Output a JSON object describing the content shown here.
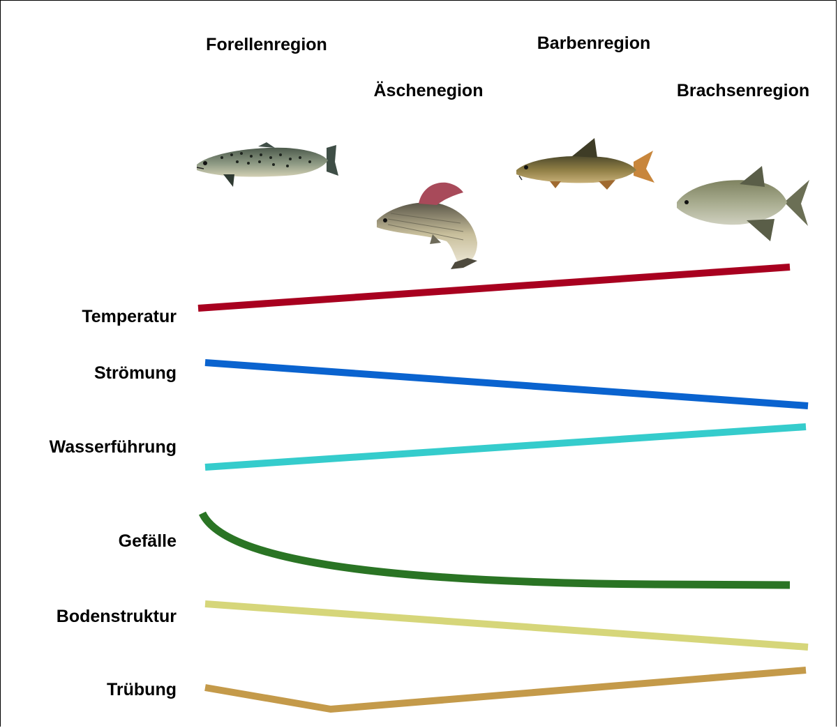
{
  "regions": {
    "forelle": "Forellenregion",
    "aesche": "Äschenegion",
    "barbe": "Barbenregion",
    "brachse": "Brachsenregion"
  },
  "fish": {
    "forelle": "trout-image",
    "aesche": "grayling-image",
    "barbe": "barbel-image",
    "brachse": "bream-image"
  },
  "parameters": [
    {
      "label": "Temperatur",
      "trend": "increasing",
      "color": "#a8001f"
    },
    {
      "label": "Strömung",
      "trend": "decreasing",
      "color": "#0a63cf"
    },
    {
      "label": "Wasserführung",
      "trend": "increasing",
      "color": "#35cccc"
    },
    {
      "label": "Gefälle",
      "trend": "decreasing-curve",
      "color": "#2a7424"
    },
    {
      "label": "Bodenstruktur",
      "trend": "decreasing",
      "color": "#d6d67a"
    },
    {
      "label": "Trübung",
      "trend": "dip-then-increasing",
      "color": "#c49a4a"
    }
  ]
}
